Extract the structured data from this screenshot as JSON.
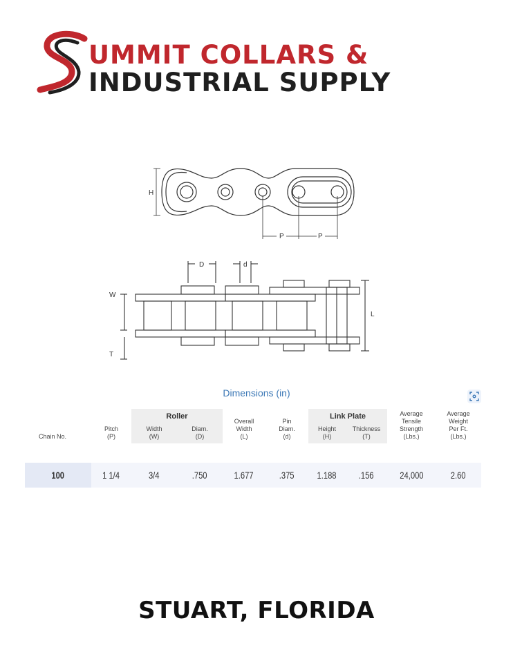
{
  "logo": {
    "line1_initial": "S",
    "line1_rest": "UMMIT COLLARS &",
    "line2": "INDUSTRIAL SUPPLY",
    "colors": {
      "red": "#c0272d",
      "dark": "#1f1f1f"
    }
  },
  "top_view_labels": {
    "height": "H",
    "pitch_1": "P",
    "pitch_2": "P"
  },
  "side_view_labels": {
    "roller_diam": "D",
    "pin_diam": "d",
    "width": "W",
    "thickness": "T",
    "overall_width": "L"
  },
  "table": {
    "title": "Dimensions (in)",
    "groups": {
      "roller": "Roller",
      "link_plate": "Link Plate"
    },
    "headers": {
      "chain_no": "Chain No.",
      "pitch": [
        "Pitch",
        "(P)"
      ],
      "roller_width": [
        "Width",
        "(W)"
      ],
      "roller_diam": [
        "Diam.",
        "(D)"
      ],
      "overall_width": [
        "Overall",
        "Width",
        "(L)"
      ],
      "pin_diam": [
        "Pin",
        "Diam.",
        "(d)"
      ],
      "plate_height": [
        "Height",
        "(H)"
      ],
      "plate_thickness": [
        "Thickness",
        "(T)"
      ],
      "tensile": [
        "Average",
        "Tensile",
        "Strength",
        "(Lbs.)"
      ],
      "weight": [
        "Average",
        "Weight",
        "Per Ft.",
        "(Lbs.)"
      ]
    },
    "row": {
      "chain_no": "100",
      "pitch": "1 1/4",
      "roller_width": "3/4",
      "roller_diam": ".750",
      "overall_width": "1.677",
      "pin_diam": ".375",
      "plate_height": "1.188",
      "plate_thickness": ".156",
      "tensile": "24,000",
      "weight": "2.60"
    },
    "expand_icon": "expand-icon"
  },
  "footer": {
    "location": "STUART, FLORIDA"
  }
}
